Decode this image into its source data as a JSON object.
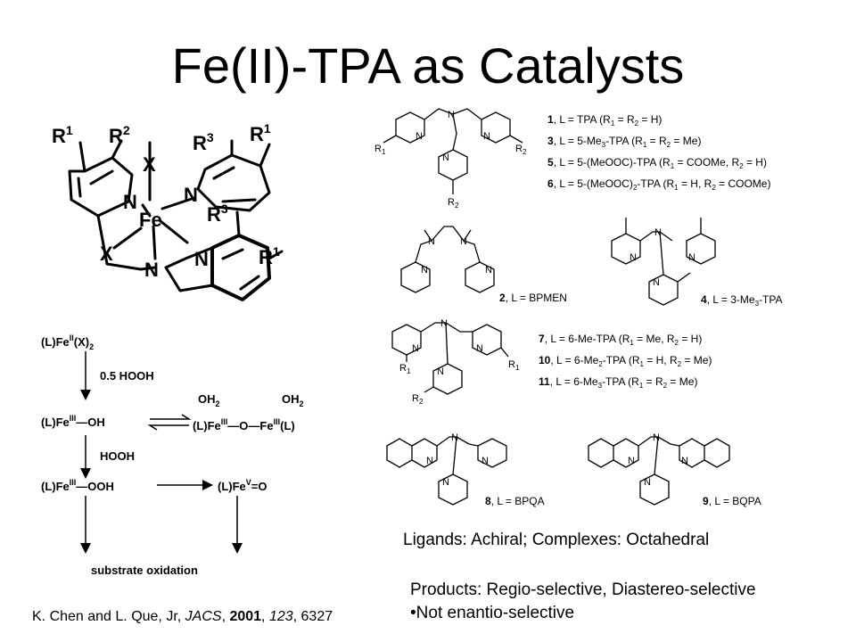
{
  "title": "Fe(II)-TPA as Catalysts",
  "structure": {
    "r1": "R",
    "r1_sup": "1",
    "r2": "R",
    "r2_sup": "2",
    "r3": "R",
    "r3_sup": "3",
    "x": "X",
    "n": "N",
    "fe": "Fe"
  },
  "mechanism": {
    "start": {
      "pre": "(L)Fe",
      "sup": "II",
      "post": "(X)",
      "sub": "2"
    },
    "step1_reagent": "0.5 HOOH",
    "feIII_oh": {
      "pre": "(L)Fe",
      "sup": "III",
      "post": "—OH"
    },
    "dimer_left": {
      "pre": "(L)Fe",
      "sup": "III"
    },
    "dimer_bridge": "—O—",
    "dimer_right": {
      "pre": "Fe",
      "sup": "III",
      "post": "(L)"
    },
    "aqua": {
      "pre": "OH",
      "sub": "2"
    },
    "step2_reagent": "HOOH",
    "feIII_ooh": {
      "pre": "(L)Fe",
      "sup": "III",
      "post": "—OOH"
    },
    "feV_o": {
      "pre": "(L)Fe",
      "sup": "V",
      "post": "=O"
    },
    "outcome": "substrate oxidation"
  },
  "ligand_list": [
    {
      "num": "1",
      "text": ", L = TPA (R",
      "s1": "1",
      "m": " = R",
      "s2": "2",
      "t": "  = H)"
    },
    {
      "num": "3",
      "text": ", L = 5-Me",
      "s0": "3",
      "text2": "-TPA (R",
      "s1": "1",
      "m": " = R",
      "s2": "2",
      "t": "  = Me)"
    },
    {
      "num": "5",
      "text": ", L = 5-(MeOOC)-TPA (R",
      "s1": "1",
      "m": " = COOMe, R",
      "s2": "2",
      "t": " = H)"
    },
    {
      "num": "6",
      "text": ", L = 5-(MeOOC)",
      "s0": "2",
      "text2": "-TPA (R",
      "s1": "1",
      "m": " = H, R",
      "s2": "2",
      "t": " = COOMe)"
    }
  ],
  "ligand_labels": {
    "bpmen": {
      "num": "2",
      "text": ", L = BPMEN"
    },
    "me3tpa": {
      "num": "4",
      "text": ", L = 3-Me",
      "sub": "3",
      "text2": "-TPA"
    },
    "bpqa": {
      "num": "8",
      "text": ", L = BPQA"
    },
    "bqpa": {
      "num": "9",
      "text": ", L = BQPA"
    }
  },
  "ligand_list2": [
    {
      "num": "7",
      "text": ", L = 6-Me-TPA (R",
      "s1": "1",
      "m": " = Me, R",
      "s2": "2",
      "t": " = H)"
    },
    {
      "num": "10",
      "text": ", L = 6-Me",
      "s0": "2",
      "text2": "-TPA (R",
      "s1": "1",
      "m": " = H, R",
      "s2": "2",
      "t": " = Me)"
    },
    {
      "num": "11",
      "text": ", L = 6-Me",
      "s0": "3",
      "text2": "-TPA (R",
      "s1": "1",
      "m": " = R",
      "s2": "2",
      "t": " = Me)"
    }
  ],
  "atoms": {
    "N": "N",
    "R1": "R",
    "R1sub": "1",
    "R2": "R",
    "R2sub": "2"
  },
  "ligands_note": "Ligands: Achiral; Complexes: Octahedral",
  "products_note": "Products: Regio-selective, Diastereo-selective",
  "bullet_note": "•Not enantio-selective",
  "citation": {
    "authors": "K. Chen and L. Que, Jr, ",
    "journal": "JACS",
    "sep1": ", ",
    "year": "2001",
    "sep2": ", ",
    "volume": "123",
    "pages": ", 6327"
  }
}
